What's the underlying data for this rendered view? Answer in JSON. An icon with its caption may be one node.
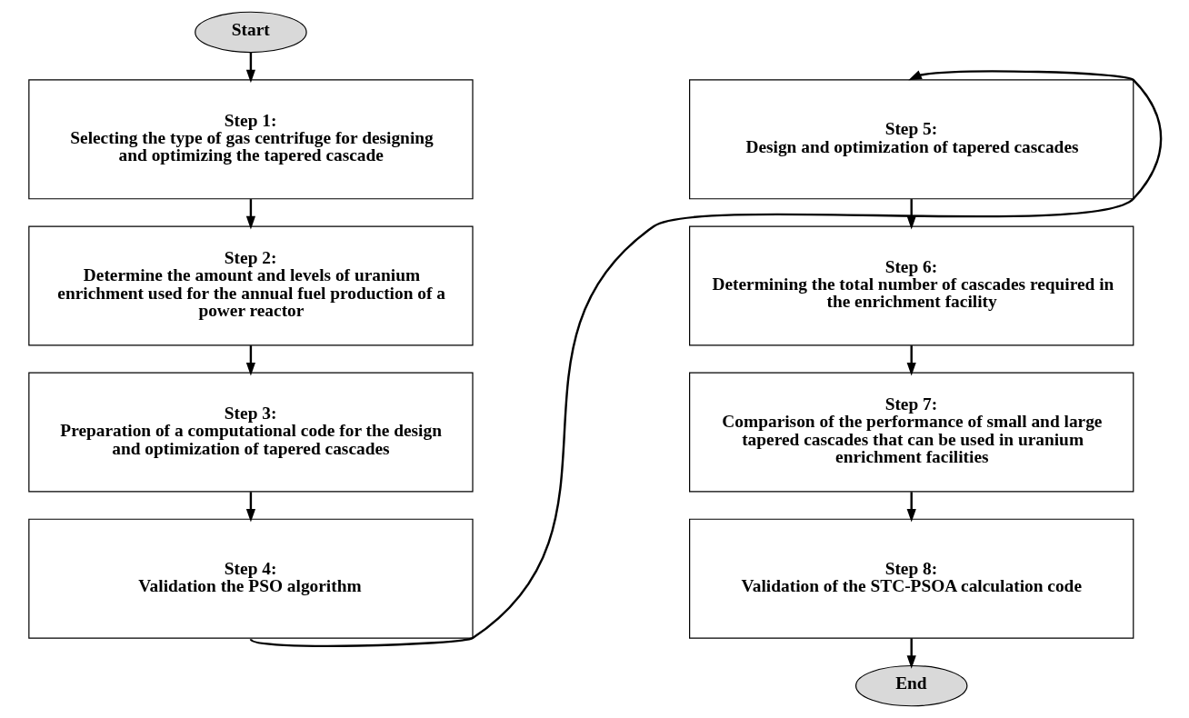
{
  "diagram": {
    "nodes": [
      {
        "text": [
          "Start"
        ]
      },
      {
        "text": [
          "Step 1:",
          "Selecting the type of gas centrifuge for designing and optimizing the tapered cascade"
        ]
      },
      {
        "text": [
          "Step 2:",
          "Determine the amount and levels of uranium enrichment used for the annual fuel production of a power reactor"
        ]
      },
      {
        "text": [
          "Step 3:",
          "Preparation of a computational code for the design and optimization of tapered cascades"
        ]
      },
      {
        "text": [
          "Step 4:",
          "Validation the PSO algorithm"
        ]
      },
      {
        "text": [
          "Step 5:",
          "Design and optimization of tapered cascades"
        ]
      },
      {
        "text": [
          "Step 6:",
          "Determining the total number of cascades required in the enrichment facility"
        ]
      },
      {
        "text": [
          "Step 7:",
          "Comparison of the performance of small and large tapered cascades that can be used in uranium enrichment facilities"
        ]
      },
      {
        "text": [
          "Step 8:",
          "Validation of the STC-PSOA calculation code"
        ]
      },
      {
        "text": [
          "End"
        ]
      }
    ],
    "edges": [
      {
        "from": 0,
        "to": 1,
        "arrow": "to"
      },
      {
        "from": 1,
        "to": 2,
        "arrow": "to"
      },
      {
        "from": 2,
        "to": 3,
        "arrow": "to"
      },
      {
        "from": 3,
        "to": 4,
        "arrow": "to"
      },
      {
        "from": 4,
        "to": 5,
        "arrow": "to"
      },
      {
        "from": 5,
        "to": 6,
        "arrow": "to"
      },
      {
        "from": 6,
        "to": 7,
        "arrow": "to"
      },
      {
        "from": 7,
        "to": 8,
        "arrow": "to"
      },
      {
        "from": 8,
        "to": 9,
        "arrow": "to"
      }
    ]
  }
}
